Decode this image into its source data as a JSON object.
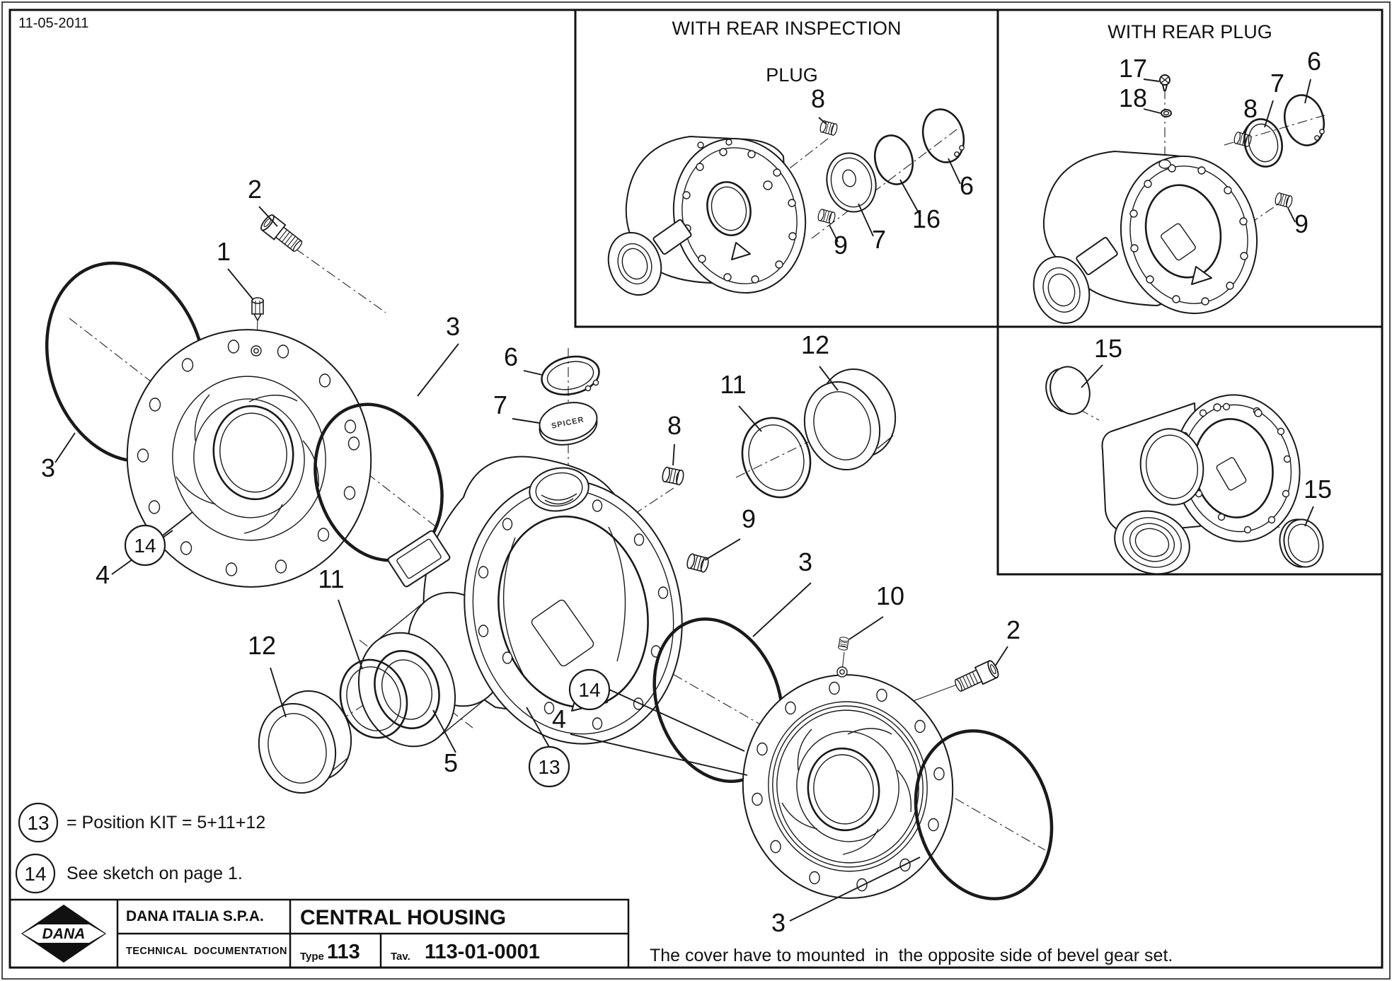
{
  "page": {
    "date": "11-05-2011"
  },
  "boxes": {
    "inspection": {
      "title_line1": "WITH REAR INSPECTION",
      "title_line2": "PLUG"
    },
    "rear_plug": {
      "title": "WITH REAR PLUG"
    }
  },
  "notes": {
    "kit": {
      "number": "13",
      "text": "= Position KIT = 5+11+12"
    },
    "sketch": {
      "number": "14",
      "text": "See sketch on page 1."
    }
  },
  "footer_note": "The cover have to mounted  in  the opposite side of bevel gear set.",
  "title_block": {
    "company": "DANA ITALIA S.P.A.",
    "department": "TECHNICAL  DOCUMENTATION",
    "drawing_title": "CENTRAL HOUSING",
    "type_label": "Type",
    "type_value": "113",
    "tav_label": "Tav.",
    "tav_value": "113-01-0001",
    "logo_text": "DANA"
  },
  "cap_brand": "SPICER",
  "callouts": {
    "main": [
      {
        "label": "2"
      },
      {
        "label": "1"
      },
      {
        "label": "3"
      },
      {
        "label": "14",
        "circled": true
      },
      {
        "label": "4"
      },
      {
        "label": "3"
      },
      {
        "label": "6"
      },
      {
        "label": "7"
      },
      {
        "label": "8"
      },
      {
        "label": "9"
      },
      {
        "label": "11"
      },
      {
        "label": "12"
      },
      {
        "label": "11"
      },
      {
        "label": "12"
      },
      {
        "label": "5"
      },
      {
        "label": "13",
        "circled": true
      },
      {
        "label": "3"
      },
      {
        "label": "10"
      },
      {
        "label": "2"
      },
      {
        "label": "14",
        "circled": true
      },
      {
        "label": "4"
      },
      {
        "label": "3"
      }
    ],
    "inspection": [
      {
        "label": "8"
      },
      {
        "label": "9"
      },
      {
        "label": "7"
      },
      {
        "label": "16"
      },
      {
        "label": "6"
      }
    ],
    "rear_plug": [
      {
        "label": "17"
      },
      {
        "label": "18"
      },
      {
        "label": "6"
      },
      {
        "label": "7"
      },
      {
        "label": "8"
      },
      {
        "label": "9"
      }
    ],
    "breather": [
      {
        "label": "15"
      },
      {
        "label": "15"
      }
    ]
  }
}
